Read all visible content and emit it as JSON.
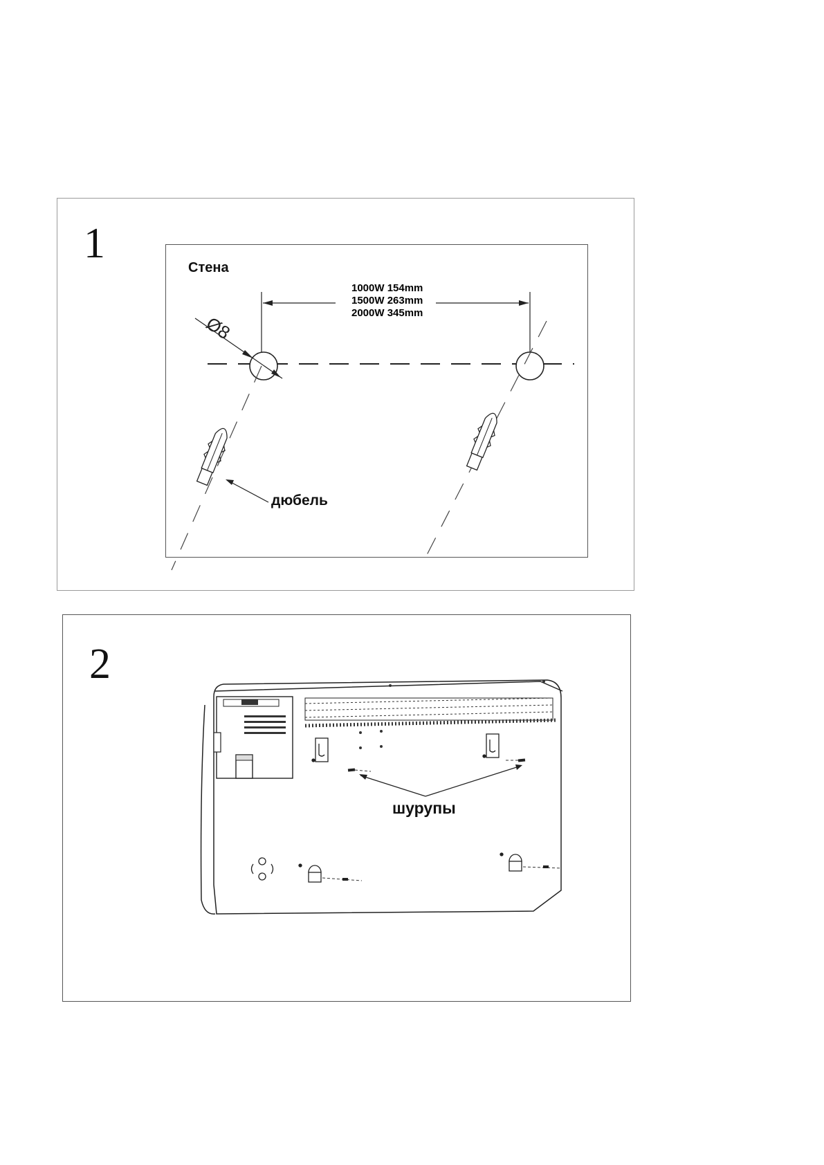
{
  "step1": {
    "number": "1",
    "wall_label": "Стена",
    "diameter_label": "Ø8",
    "dowel_label": "дюбель",
    "dimensions": [
      "1000W 154mm",
      "1500W 263mm",
      "2000W 345mm"
    ]
  },
  "step2": {
    "number": "2",
    "screws_label": "шурупы"
  }
}
